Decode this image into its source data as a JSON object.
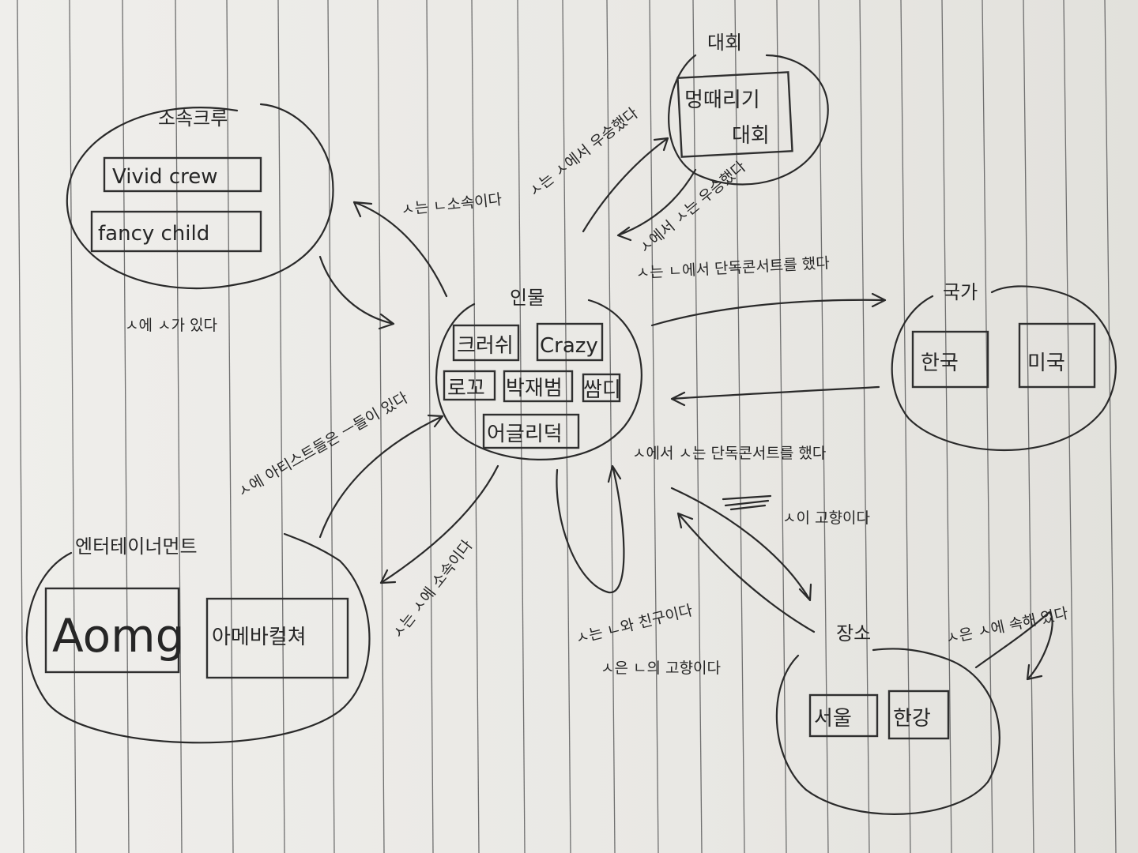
{
  "nodes": {
    "crew": {
      "title": "소속크루",
      "items": [
        "Vivid crew",
        "fancy child"
      ]
    },
    "contest": {
      "title": "대회",
      "items": [
        "멍때리기",
        "대회"
      ]
    },
    "person": {
      "title": "인물",
      "items": [
        "크러쉬",
        "Crazy",
        "로꼬",
        "박재범",
        "쌈디",
        "어글리덕"
      ]
    },
    "country": {
      "title": "국가",
      "items": [
        "한국",
        "미국"
      ]
    },
    "entertainment": {
      "title": "엔터테이너먼트",
      "items": [
        "Aomg",
        "아메바컬쳐"
      ]
    },
    "place": {
      "title": "장소",
      "items": [
        "서울",
        "한강"
      ]
    }
  },
  "edges": {
    "person_crew": "ㅅ는 ㄴ소속이다",
    "person_contest": "ㅅ는 ㅅ에서 우승했다",
    "contest_person": "ㅅ에서 ㅅ는 우승했다",
    "person_country": "ㅅ는 ㄴ에서 단독콘서트를 했다",
    "country_person": "ㅅ에서 ㅅ는 단독콘서트를 했다",
    "person_place": "ㅅ이 고향이다",
    "person_self": "ㅅ는 ㄴ와 친구이다",
    "place_person": "ㅅ은 ㄴ의 고향이다",
    "place_self": "ㅅ은 ㅅ에 속해 있다",
    "crew_person": "ㅅ에 ㅅ가 있다",
    "ent_person": "ㅅ에 아티스트들은 ㅡ들이 있다",
    "person_ent": "ㅅ는 ㅅ에 소속이다"
  }
}
